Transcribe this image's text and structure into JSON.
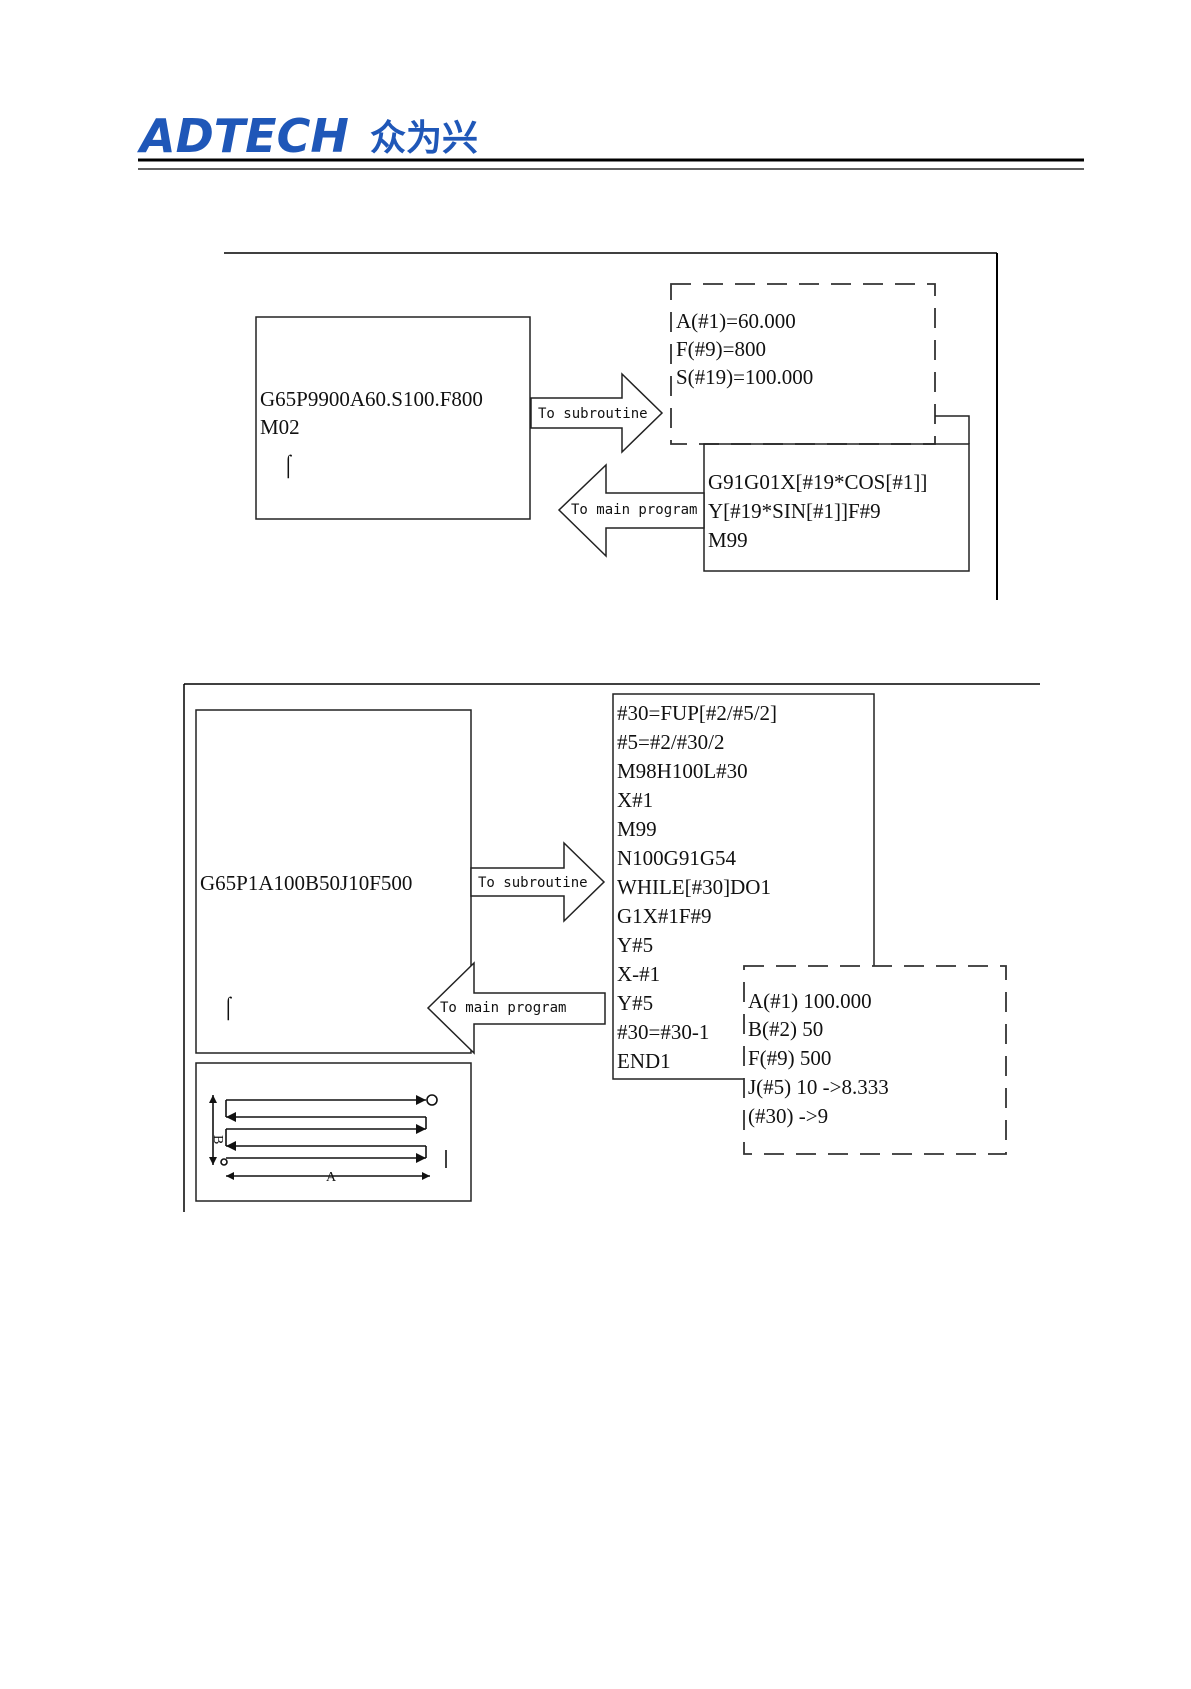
{
  "header": {
    "brand": "ADTECH",
    "brand_cn": "众为兴",
    "brand_color": "#1f57b8"
  },
  "diagram1": {
    "main_lines": [
      "G65P9900A60.S100.F800",
      "M02",
      "⌠"
    ],
    "args_lines": [
      "A(#1)=60.000",
      "F(#9)=800",
      "S(#19)=100.000"
    ],
    "sub_lines": [
      "G91G01X[#19*COS[#1]]",
      "Y[#19*SIN[#1]]F#9",
      "M99"
    ],
    "to_sub": "To subroutine",
    "to_main": "To main program"
  },
  "diagram2": {
    "main_lines": [
      "G65P1A100B50J10F500",
      "⌠"
    ],
    "sub_lines": [
      "#30=FUP[#2/#5/2]",
      "#5=#2/#30/2",
      "M98H100L#30",
      "X#1",
      "M99",
      "N100G91G54",
      "WHILE[#30]DO1",
      "G1X#1F#9",
      "Y#5",
      "X-#1",
      "Y#5",
      "#30=#30-1",
      "END1"
    ],
    "args_lines": [
      "A(#1) 100.000",
      "B(#2) 50",
      "F(#9) 500",
      "J(#5) 10  ->8.333",
      "(#30)       ->9"
    ],
    "to_sub": "To subroutine",
    "to_main": "To main program",
    "path_labels": {
      "a": "A",
      "b": "B"
    }
  }
}
